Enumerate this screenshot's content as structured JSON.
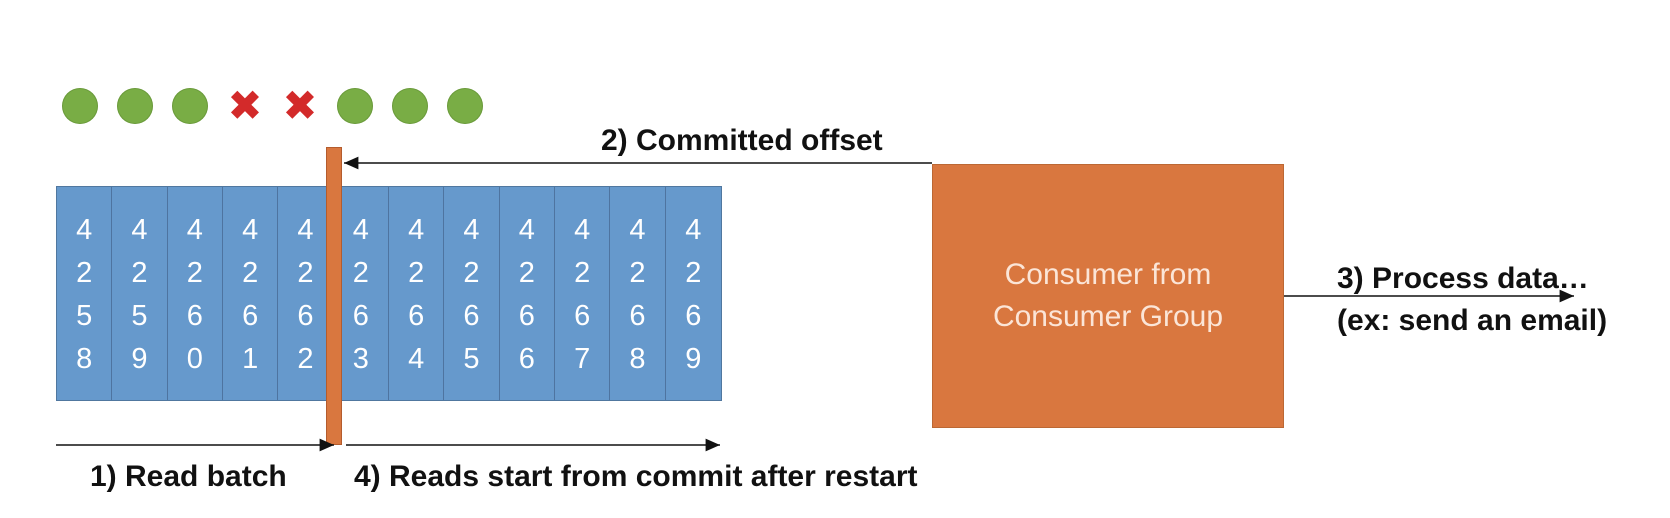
{
  "diagram": {
    "status_markers": [
      "success",
      "success",
      "success",
      "failure",
      "failure",
      "success",
      "success",
      "success"
    ],
    "offsets": [
      [
        "4",
        "2",
        "5",
        "8"
      ],
      [
        "4",
        "2",
        "5",
        "9"
      ],
      [
        "4",
        "2",
        "6",
        "0"
      ],
      [
        "4",
        "2",
        "6",
        "1"
      ],
      [
        "4",
        "2",
        "6",
        "2"
      ],
      [
        "4",
        "2",
        "6",
        "3"
      ],
      [
        "4",
        "2",
        "6",
        "4"
      ],
      [
        "4",
        "2",
        "6",
        "5"
      ],
      [
        "4",
        "2",
        "6",
        "6"
      ],
      [
        "4",
        "2",
        "6",
        "7"
      ],
      [
        "4",
        "2",
        "6",
        "8"
      ],
      [
        "4",
        "2",
        "6",
        "9"
      ]
    ],
    "consumer_box": {
      "label": "Consumer from\nConsumer Group"
    },
    "labels": {
      "committed_offset": "2) Committed offset",
      "process_data": "3) Process data…\n(ex: send an email)",
      "read_batch": "1) Read batch",
      "reads_start": "4) Reads start from commit after restart"
    },
    "colors": {
      "success_marker": "#79ad45",
      "failure_marker": "#d32a2a",
      "log_cells": "#6699cc",
      "consumer_box": "#d9773f",
      "commit_marker": "#d9773f"
    }
  }
}
